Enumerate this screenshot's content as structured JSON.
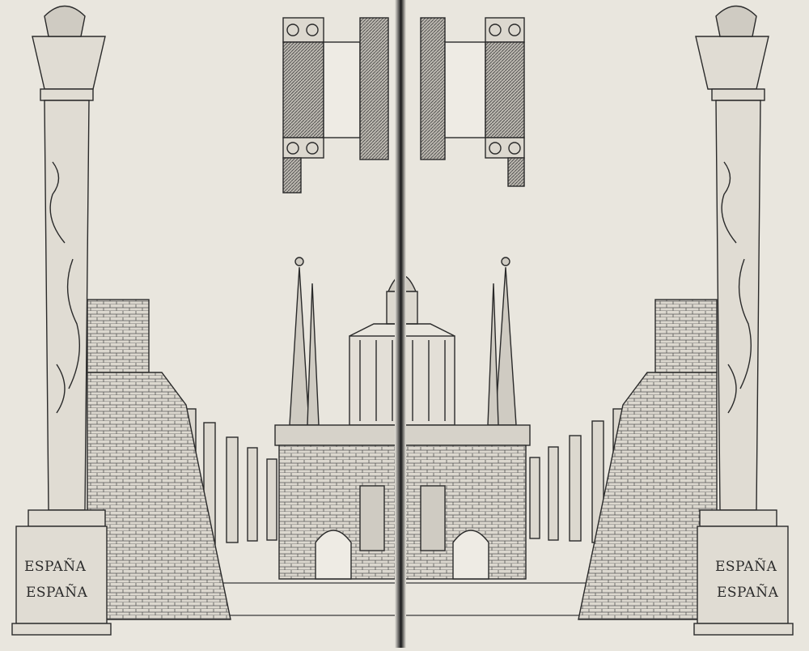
{
  "illustration": {
    "subject": "engraving-triumphal-arch-with-columns",
    "left_pedestal": {
      "line1": "ESPAÑA",
      "line2": "ESPAÑA"
    },
    "right_pedestal": {
      "line1": "ESPAÑA",
      "line2": "ESPAÑA"
    },
    "colors": {
      "paper": "#e9e6de",
      "ink": "#2a2a2a"
    }
  }
}
